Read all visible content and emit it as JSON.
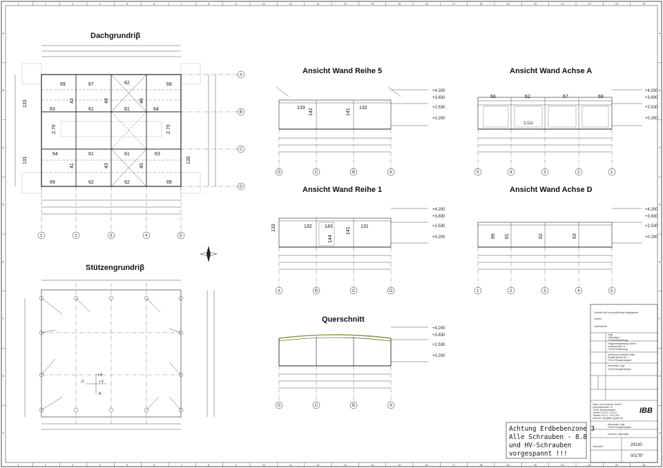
{
  "frame": {
    "top_numbers": [
      "1",
      "2",
      "3",
      "4",
      "5",
      "6",
      "7",
      "8",
      "9",
      "10",
      "11",
      "12",
      "13",
      "14",
      "15",
      "16",
      "17",
      "18",
      "19",
      "20",
      "21",
      "22",
      "23",
      "24"
    ],
    "side_letters": [
      "A",
      "B",
      "C",
      "D",
      "E",
      "F",
      "G",
      "H"
    ]
  },
  "views": {
    "dachgrundriss": "Dachgrundriβ",
    "stuetzengrundriss": "Stützengrundriβ",
    "wand_reihe_5": "Ansicht Wand Reihe 5",
    "wand_reihe_1": "Ansicht Wand Reihe 1",
    "wand_achse_a": "Ansicht Wand Achse A",
    "wand_achse_d": "Ansicht Wand Achse D",
    "querschnitt": "Querschnitt"
  },
  "dach": {
    "cells": [
      "69",
      "67",
      "62",
      "68",
      "133",
      "42",
      "44",
      "46",
      "64",
      "63",
      "61",
      "61",
      "2.70",
      "2.70",
      "64",
      "61",
      "61",
      "63",
      "131",
      "41",
      "43",
      "45",
      "135",
      "69",
      "62",
      "62",
      "69"
    ],
    "axis_labels": [
      "1",
      "2",
      "3",
      "4",
      "5"
    ],
    "row_labels": [
      "A",
      "B",
      "C",
      "D"
    ]
  },
  "stuetzen": {
    "labels": [
      "-Y",
      "+Y",
      "+X",
      "-X"
    ]
  },
  "elevations": {
    "reihe5": [
      "133",
      "142",
      "141",
      "132"
    ],
    "reihe1": [
      "133",
      "132",
      "143",
      "144",
      "141",
      "131"
    ],
    "achse_a": [
      "68",
      "62",
      "67",
      "69",
      "2.111"
    ],
    "achse_d": [
      "69",
      "61",
      "62",
      "63"
    ],
    "levels": [
      "+4.200",
      "+3.830",
      "+2.530",
      "+0.200"
    ],
    "axes_reihe": [
      "D",
      "C",
      "B",
      "A"
    ],
    "axes_achse": [
      "5",
      "4",
      "3",
      "2",
      "1"
    ]
  },
  "querschnitt": {
    "axes": [
      "D",
      "C",
      "B",
      "A"
    ],
    "levels": [
      "+4.200",
      "+3.830",
      "+2.530",
      "+0.200"
    ]
  },
  "titleblock": {
    "approval_header": "Geprüft und zur Ausführung freigegeben",
    "datum": "Datum:",
    "unterschrift": "Unterschrift:",
    "bauherr": [
      "Vogt",
      "Lilienweg 1",
      "72108 Rottenburg"
    ],
    "architekt": [
      "Tragwerksplanung GmbH",
      "Lindenstraße 11",
      "72108 Rottenburg"
    ],
    "prueferr": [
      "Scheunen-Neubau Halle",
      "Rudolf-Diesel-Str. 7",
      "72414 Rangendingen"
    ],
    "company": [
      "Stahl- und Holzbau GmbH",
      "Industriestraße 14",
      "72411 Bodelshausen",
      "Telefon 07471 / 274-0",
      "Telefax 07471 / 274-200",
      "Internet: info@ibb-gmbh.de"
    ],
    "logo": "IBB",
    "projekt": [
      "Alexander Vogt",
      "72414 Rangendingen"
    ],
    "bauvorhaben": "Neubau Lagerhalle",
    "plan_no": "29130",
    "blatt": "001\"B\"",
    "inhalt": "Übersicht"
  },
  "note": {
    "lines": [
      "Achtung Erdbebenzone 3",
      "Alle Schrauben - 8.8",
      "und HV-Schrauben",
      "vorgespannt !!!"
    ]
  }
}
